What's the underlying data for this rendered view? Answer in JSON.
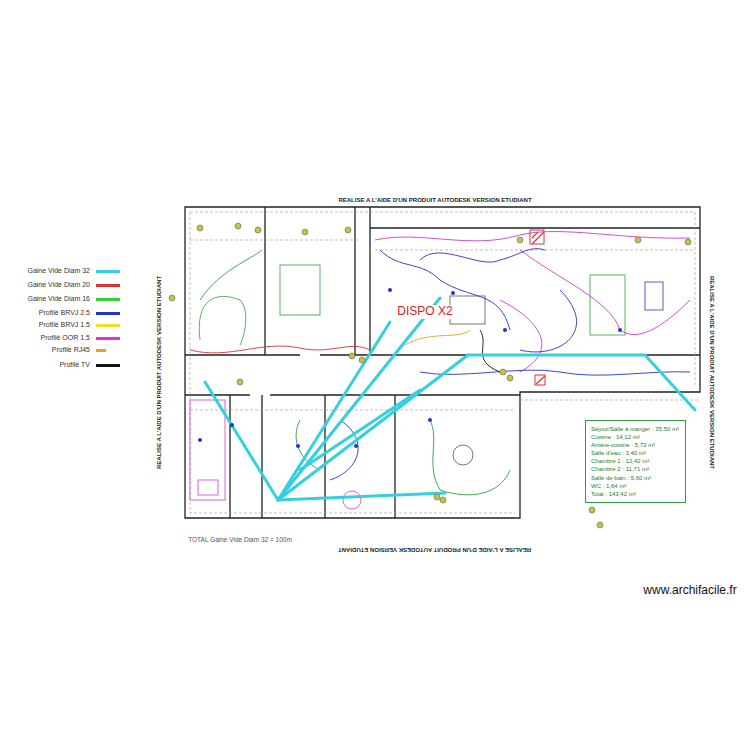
{
  "diagram": {
    "nodes": [
      {
        "text": [
          "Séjour/Salle à manger : 35,50 m²",
          "Cuisine : 14,12 m²",
          "Arrière-cuisine : 5,73 m²",
          "Salle d'eau : 3,40 m²",
          "Chambre 1 : 12,42 m²",
          "Chambre 2 : 11,71 m²",
          "Salle de bain : 5,60 m²",
          "WC : 1,64 m²",
          "Total : 143,42 m²"
        ]
      }
    ],
    "labels": [
      "REALISE A L'AIDE D'UN PRODUIT AUTODESK VERSION ETUDIANT",
      "REALISE A L'AIDE D'UN PRODUIT AUTODESK VERSION ETUDIANT",
      "REALISE A L'AIDE D'UN PRODUIT AUTODESK VERSION ETUDIANT",
      "REALISE A L'AIDE D'UN PRODUIT AUTODESK VERSION ETUDIANT",
      "DISPO X2",
      "TOTAL Gaine Vide Diam 32 = 100m",
      "www.archifacile.fr"
    ],
    "legend": [
      {
        "text": "Gaine Vide Diam 32",
        "color": "#35d0e0"
      },
      {
        "text": "Gaine Vide Diam 20",
        "color": "#e03030"
      },
      {
        "text": "Gaine Vide Diam 16",
        "color": "#30d030"
      },
      {
        "text": "Profilé BRVJ 2.5",
        "color": "#2233cc"
      },
      {
        "text": "Profilé BRVJ 1.5",
        "color": "#f0e020"
      },
      {
        "text": "Profilé OOR 1.5",
        "color": "#e030e0"
      },
      {
        "text": "Profilé RJ45",
        "color": "#f0a020"
      },
      {
        "text": "Profilé TV",
        "color": "#111111"
      }
    ]
  }
}
